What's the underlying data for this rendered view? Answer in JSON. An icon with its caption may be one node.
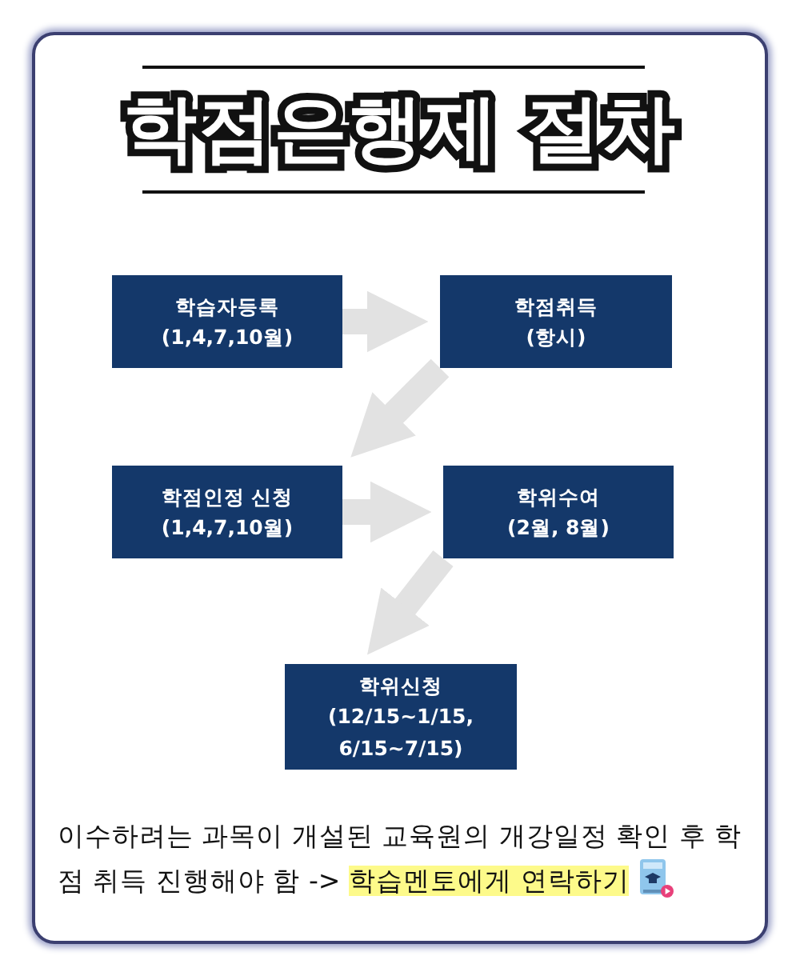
{
  "diagram": {
    "title": "학점은행제 절차",
    "nodes": [
      {
        "text": [
          "학습자등록",
          "(1,4,7,10월)"
        ]
      },
      {
        "text": [
          "학점취득",
          "(항시)"
        ]
      },
      {
        "text": [
          "학점인정 신청",
          "(1,4,7,10월)"
        ]
      },
      {
        "text": [
          "학위수여",
          "(2월, 8월)"
        ]
      },
      {
        "text": [
          "학위신청",
          "(12/15~1/15, 6/15~7/15)"
        ]
      }
    ],
    "edges": [
      {
        "from": 0,
        "to": 1,
        "arrow": "to"
      },
      {
        "from": 1,
        "to": 2,
        "arrow": "to"
      },
      {
        "from": 2,
        "to": 3,
        "arrow": "to"
      },
      {
        "from": 3,
        "to": 4,
        "arrow": "to"
      }
    ],
    "labels": [
      "이수하려는 과목이 개설된 교육원의 개강일정 확인 후 학점 취득 진행해야 함 ->",
      "학습멘토에게 연락하기"
    ]
  }
}
